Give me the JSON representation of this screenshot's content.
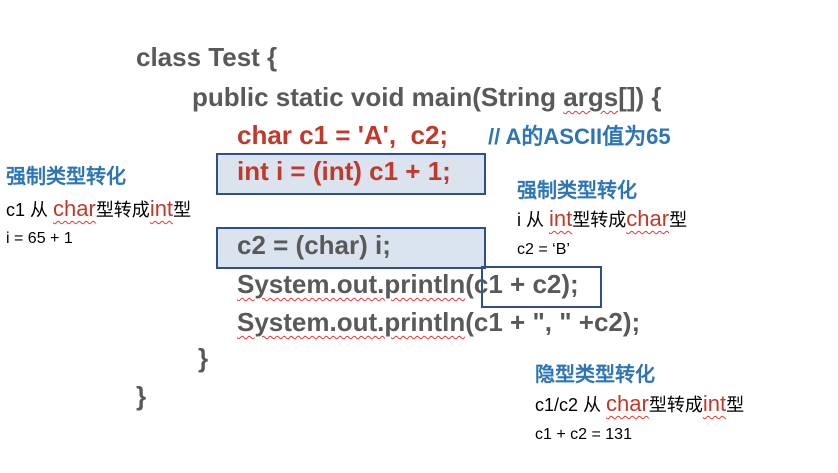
{
  "code": {
    "line1": "class Test {",
    "line2_a": "public static void main(String ",
    "line2_b": "args",
    "line2_c": "[]) {",
    "line3": "char c1 = 'A',  c2;",
    "comment": "// A的ASCII值为65",
    "line4": "int i = (int) c1 + 1;",
    "line5": "c2 = (char) i;",
    "line6_a": "System.out.println",
    "line6_b": "(c1 + c2);",
    "line7_a": "System.out.println",
    "line7_b": "(c1 + \", \" +c2);",
    "line8": "}",
    "line9": "}"
  },
  "left_note": {
    "title": "强制类型转化",
    "desc_a": "c1 从 ",
    "desc_kw1": "char",
    "desc_b": "型转成",
    "desc_kw2": "int",
    "desc_c": "型",
    "calc": "i = 65 + 1"
  },
  "right_note_1": {
    "title": "强制类型转化",
    "desc_a": "i 从 ",
    "desc_kw1": "int",
    "desc_b": "型转成",
    "desc_kw2": "char",
    "desc_c": "型",
    "calc": "c2 = ‘B’"
  },
  "right_note_2": {
    "title": "隐型类型转化",
    "desc_a": "c1/c2 从 ",
    "desc_kw1": "char",
    "desc_b": "型转成",
    "desc_kw2": "int",
    "desc_c": "型",
    "calc": "c1 + c2 = 131"
  },
  "colors": {
    "code": "#595959",
    "keyword": "#c0392b",
    "title": "#2e75b6",
    "box_border": "#2f4f86",
    "box_fill": "#dbe3ef"
  }
}
